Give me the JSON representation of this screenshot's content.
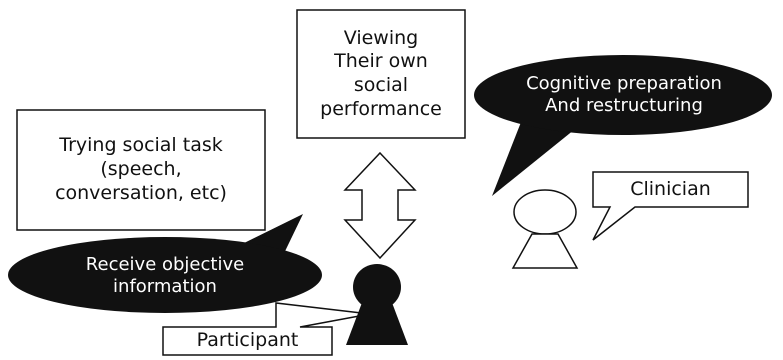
{
  "diagram": {
    "viewing_box": {
      "text": "Viewing\nTheir own\nsocial\nperformance"
    },
    "task_box": {
      "text": "Trying social task\n(speech,\nconversation, etc)"
    },
    "clinician_bubble": {
      "text": "Cognitive preparation\nAnd restructuring"
    },
    "participant_bubble": {
      "text": "Receive objective\ninformation"
    },
    "clinician_callout": {
      "text": "Clinician"
    },
    "participant_callout": {
      "text": "Participant"
    },
    "double_arrow": {
      "icon": "double-arrow-vertical-icon"
    },
    "participant_figure": {
      "icon": "person-filled-icon"
    },
    "clinician_figure": {
      "icon": "person-outline-icon"
    },
    "colors": {
      "stroke": "#111111",
      "dark_fill": "#111111",
      "light_fill": "#ffffff"
    }
  }
}
